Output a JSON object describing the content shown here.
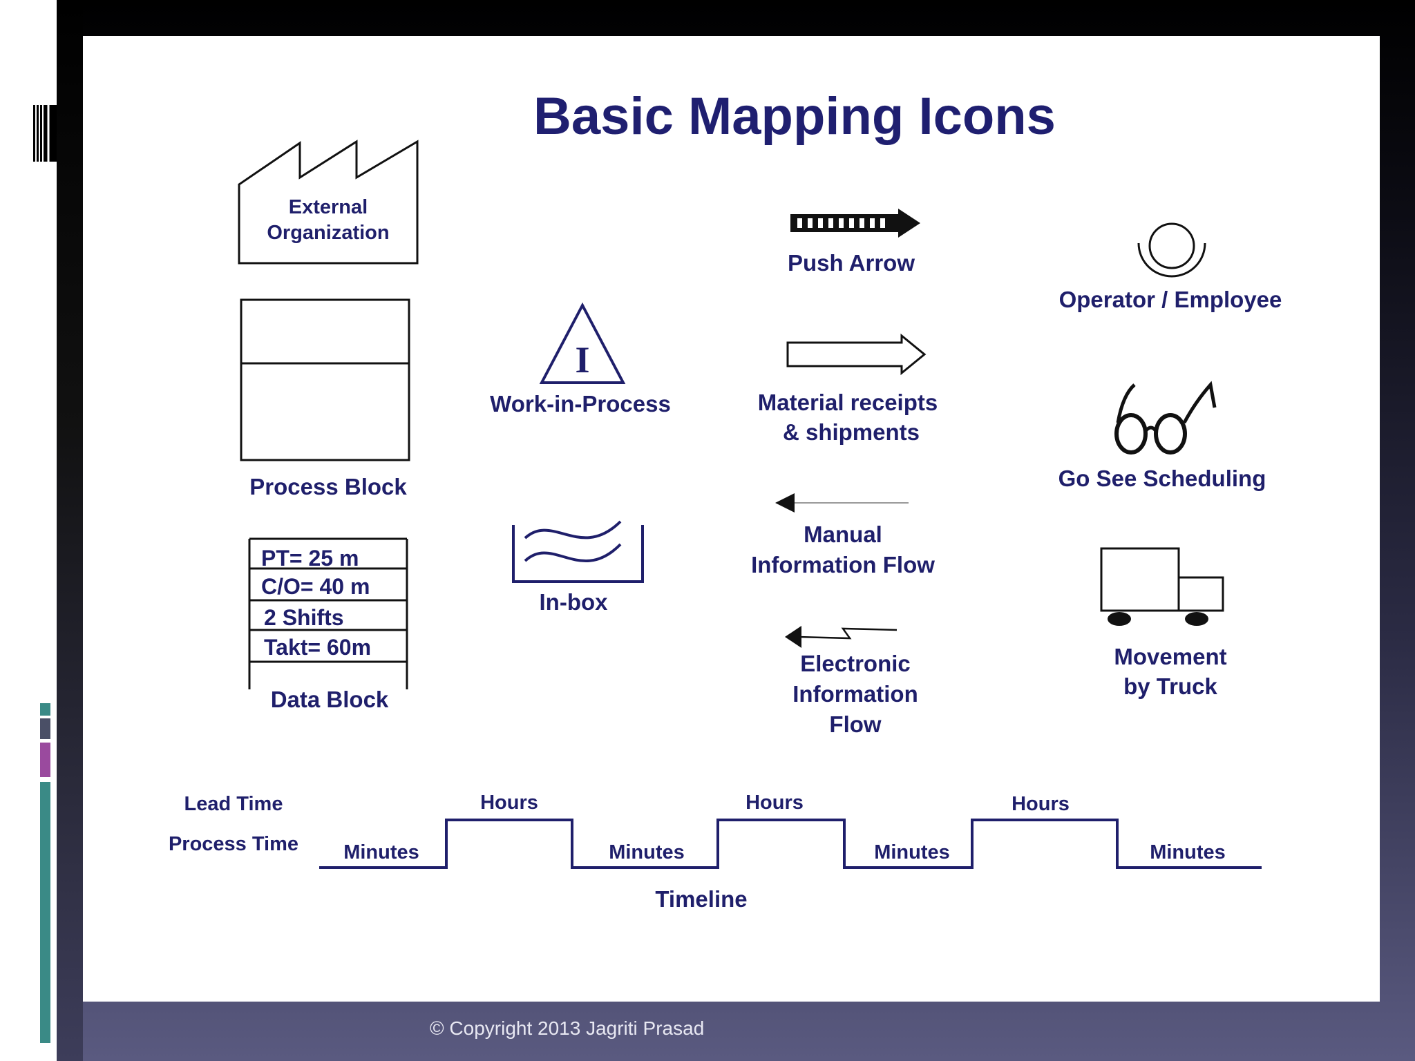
{
  "slide": {
    "title": "Basic Mapping Icons",
    "copyright": "© Copyright 2013  Jagriti Prasad"
  },
  "icons": {
    "external_org": [
      "External",
      "Organization"
    ],
    "process_block": "Process Block",
    "data_block": {
      "rows": [
        "PT= 25 m",
        "C/O= 40 m",
        "2 Shifts",
        "Takt= 60m"
      ],
      "label": "Data Block"
    },
    "wip": {
      "symbol": "I",
      "label": "Work-in-Process"
    },
    "inbox": "In-box",
    "push_arrow": "Push Arrow",
    "material": [
      "Material receipts",
      "& shipments"
    ],
    "manual_flow": [
      "Manual",
      "Information Flow"
    ],
    "electronic_flow": [
      "Electronic",
      "Information",
      "Flow"
    ],
    "operator": "Operator / Employee",
    "go_see": "Go See Scheduling",
    "truck": [
      "Movement",
      "by Truck"
    ]
  },
  "timeline": {
    "lead_label": "Lead Time",
    "process_label": "Process Time",
    "hours": [
      "Hours",
      "Hours",
      "Hours"
    ],
    "minutes": [
      "Minutes",
      "Minutes",
      "Minutes",
      "Minutes"
    ],
    "caption": "Timeline"
  },
  "colors": {
    "text": "#1f1f6b",
    "accent_teal": "#3a8a86",
    "accent_magenta": "#9a4a9e",
    "accent_slate": "#4a4f66"
  }
}
